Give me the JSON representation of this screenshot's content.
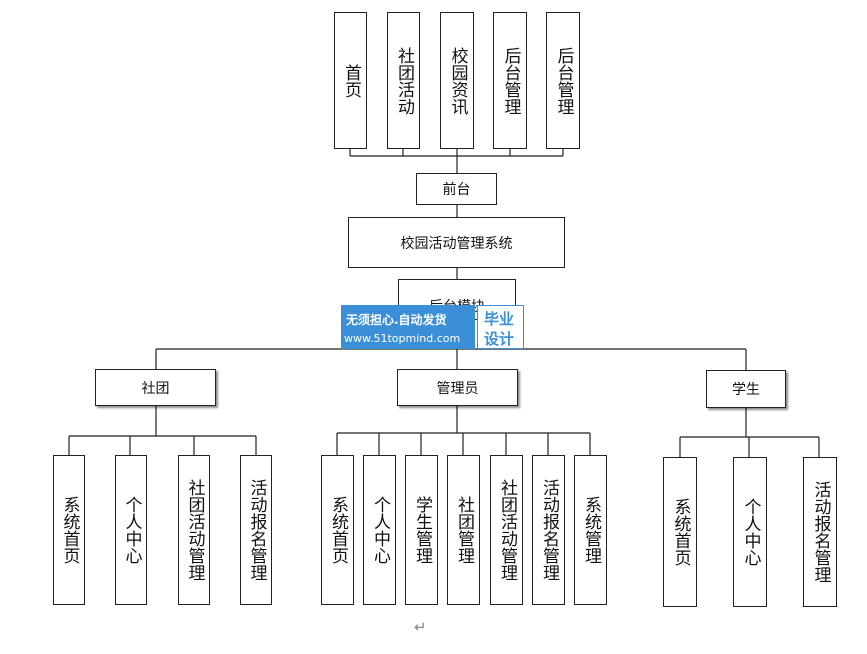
{
  "top_menu": [
    "首页",
    "社团活动",
    "校园资讯",
    "后台管理",
    "后台管理"
  ],
  "frontend": "前台",
  "system": "校园活动管理系统",
  "backend_module": "后台模块",
  "roles": {
    "club": {
      "label": "社团",
      "items": [
        "系统首页",
        "个人中心",
        "社团活动管理",
        "活动报名管理"
      ]
    },
    "admin": {
      "label": "管理员",
      "items": [
        "系统首页",
        "个人中心",
        "学生管理",
        "社团管理",
        "社团活动管理",
        "活动报名管理",
        "系统管理"
      ]
    },
    "student": {
      "label": "学生",
      "items": [
        "系统首页",
        "个人中心",
        "活动报名管理"
      ]
    }
  },
  "watermark": {
    "slogan": "无须担心.自动发货",
    "url": "www.51topmind.com",
    "badge_top": "毕业",
    "badge_bottom": "设计"
  },
  "return_mark": "↵"
}
